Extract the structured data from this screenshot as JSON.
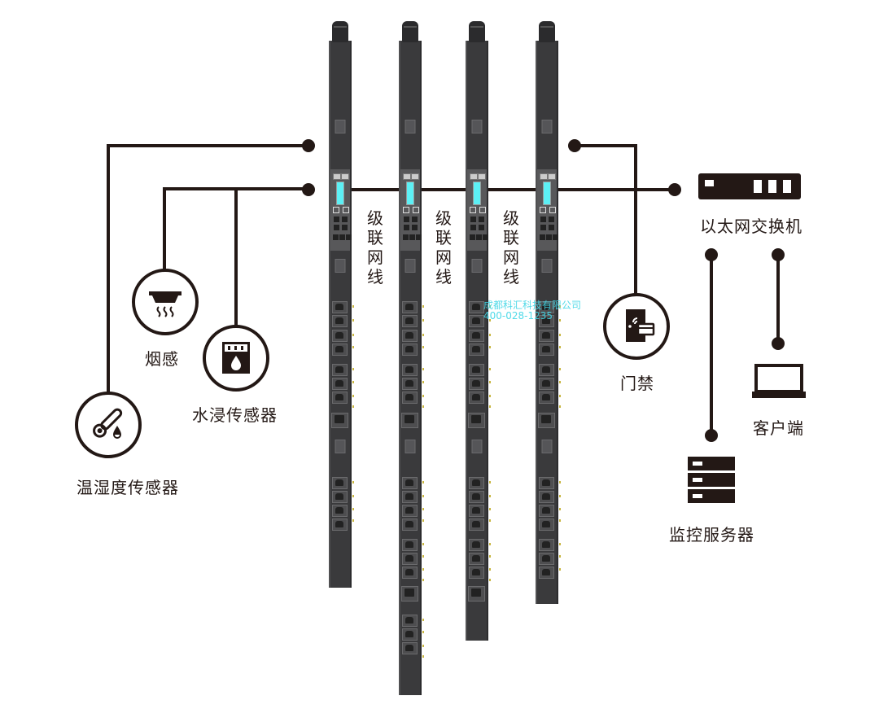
{
  "diagram": {
    "title": "PDU networking topology",
    "cascade_label": "级联网线",
    "pdu_count": 4,
    "watermark": {
      "company": "成都科汇科技有限公司",
      "phone": "400-028-1235"
    },
    "nodes": {
      "temp_humidity": {
        "label": "温湿度传感器",
        "icon": "thermometer-droplet-icon"
      },
      "smoke": {
        "label": "烟感",
        "icon": "smoke-detector-icon"
      },
      "water": {
        "label": "水浸传感器",
        "icon": "water-leak-sensor-icon"
      },
      "access_control": {
        "label": "门禁",
        "icon": "door-card-reader-icon"
      },
      "switch": {
        "label": "以太网交换机",
        "icon": "ethernet-switch-icon"
      },
      "client": {
        "label": "客户端",
        "icon": "laptop-icon"
      },
      "server": {
        "label": "监控服务器",
        "icon": "server-stack-icon"
      }
    },
    "colors": {
      "line": "#231815",
      "lcd": "#5cf0f5",
      "pdu_body": "#3a3a3c",
      "watermark": "#3fd6e6"
    }
  }
}
